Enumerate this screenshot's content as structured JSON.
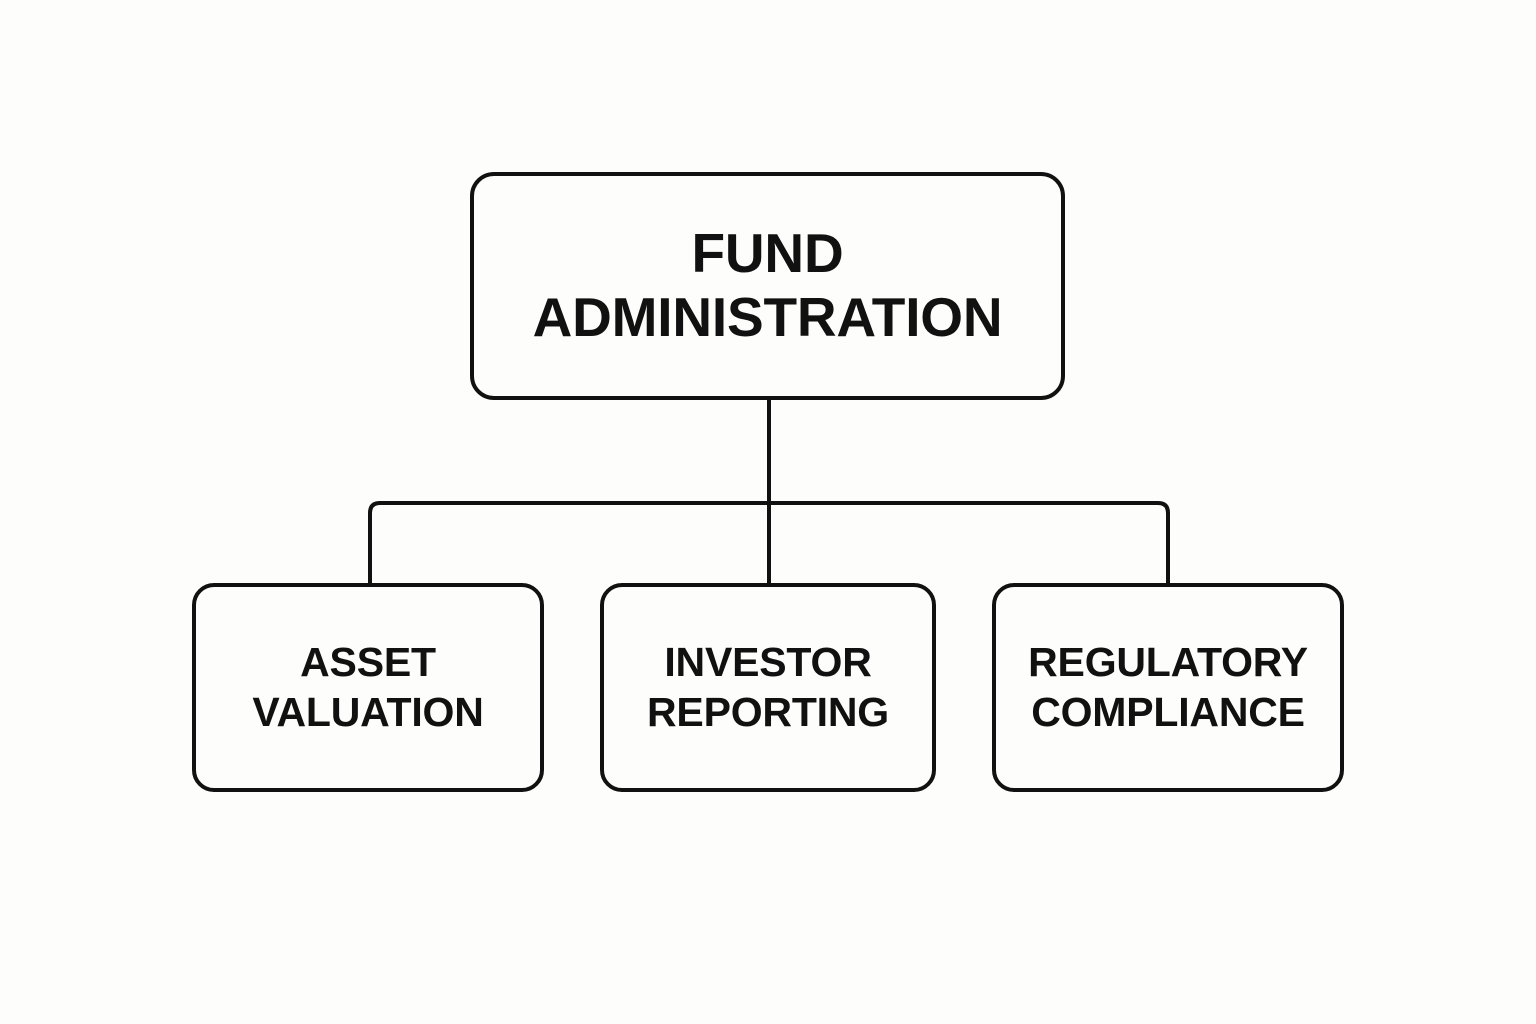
{
  "diagram": {
    "type": "organization-hierarchy-chart",
    "background_color": "#fdfdfb",
    "line_color": "#111111",
    "text_color": "#111111",
    "root": {
      "id": "fund-administration",
      "label": "FUND\nADMINISTRATION",
      "label_lines": [
        "FUND",
        "ADMINISTRATION"
      ]
    },
    "children": [
      {
        "id": "asset-valuation",
        "label": "ASSET\nVALUATION",
        "label_lines": [
          "ASSET",
          "VALUATION"
        ]
      },
      {
        "id": "investor-reporting",
        "label": "INVESTOR\nREPORTING",
        "label_lines": [
          "INVESTOR",
          "REPORTING"
        ]
      },
      {
        "id": "regulatory-compliance",
        "label": "REGULATORY\nCOMPLIANCE",
        "label_lines": [
          "REGULATORY",
          "COMPLIANCE"
        ]
      }
    ]
  }
}
